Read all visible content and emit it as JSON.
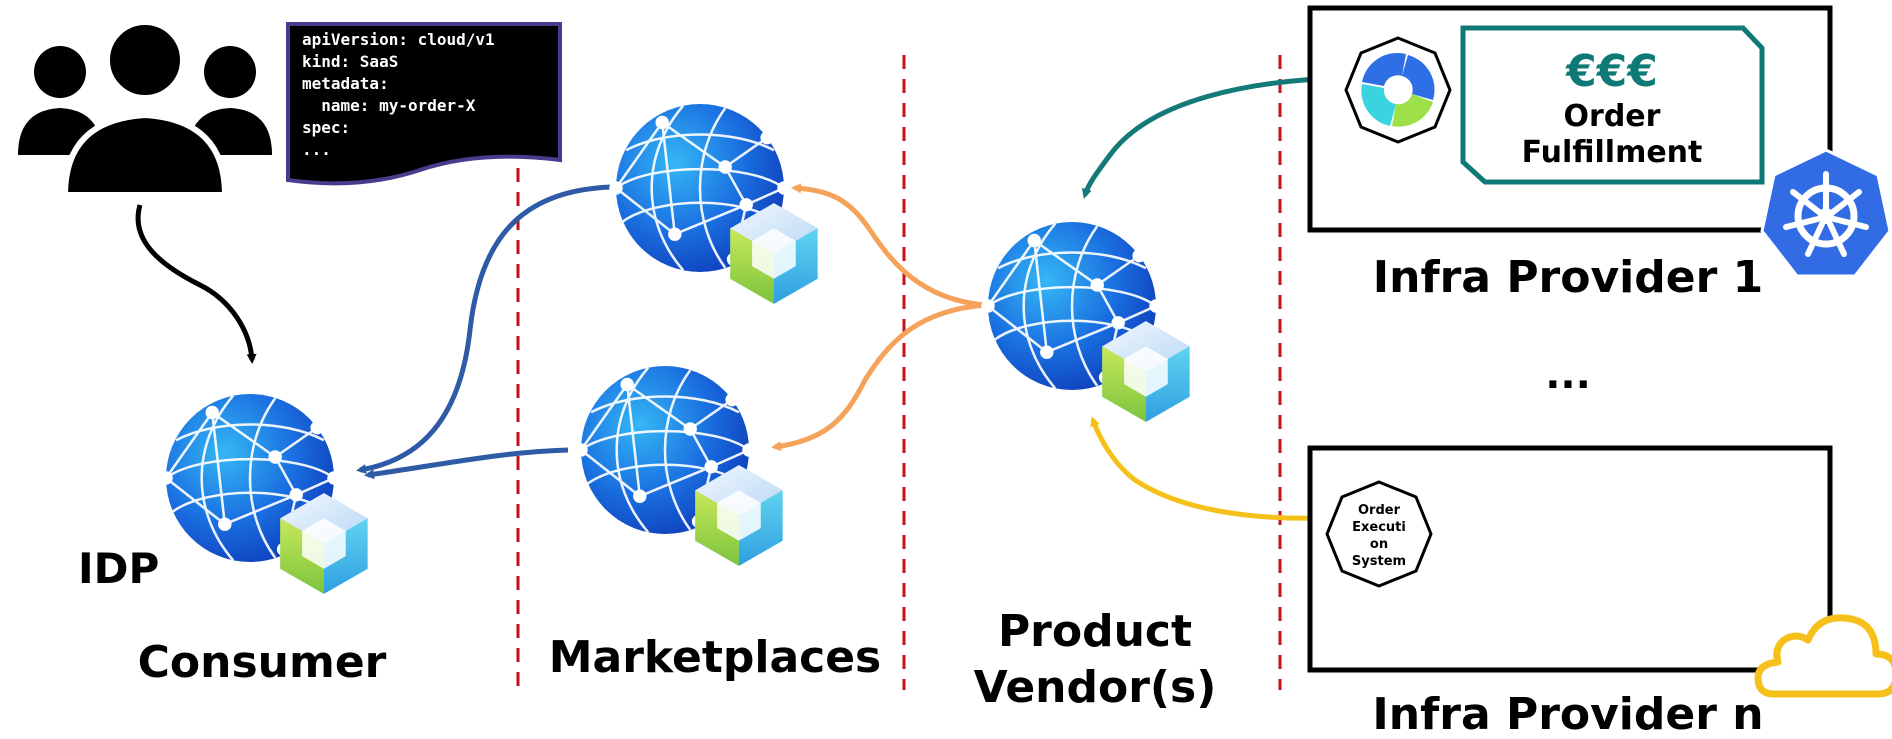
{
  "yaml": {
    "lines": [
      "apiVersion: cloud/v1",
      "kind: SaaS",
      "metadata:",
      "  name: my-order-X",
      "spec:",
      "..."
    ]
  },
  "labels": {
    "idp": "IDP",
    "consumer": "Consumer",
    "marketplaces": "Marketplaces",
    "product_vendor_line1": "Product",
    "product_vendor_line2": "Vendor(s)",
    "infra_provider_1": "Infra Provider 1",
    "ellipsis": "...",
    "infra_provider_n": "Infra Provider n"
  },
  "order_fulfillment": {
    "currency": "€€€",
    "line1": "Order",
    "line2": "Fulfillment"
  },
  "order_execution": {
    "lines": [
      "Order",
      "Executi",
      "on",
      "System"
    ]
  },
  "colors": {
    "consumer_arrow": "#2f5aa6",
    "vendor_arrow": "#f5a25b",
    "fulfillment_arrow": "#137a77",
    "execution_arrow": "#f5c019",
    "divider": "#c0121b",
    "kubernetes": "#326ce5",
    "cloud_icon": "#f5c019",
    "teal": "#0f7a75"
  }
}
